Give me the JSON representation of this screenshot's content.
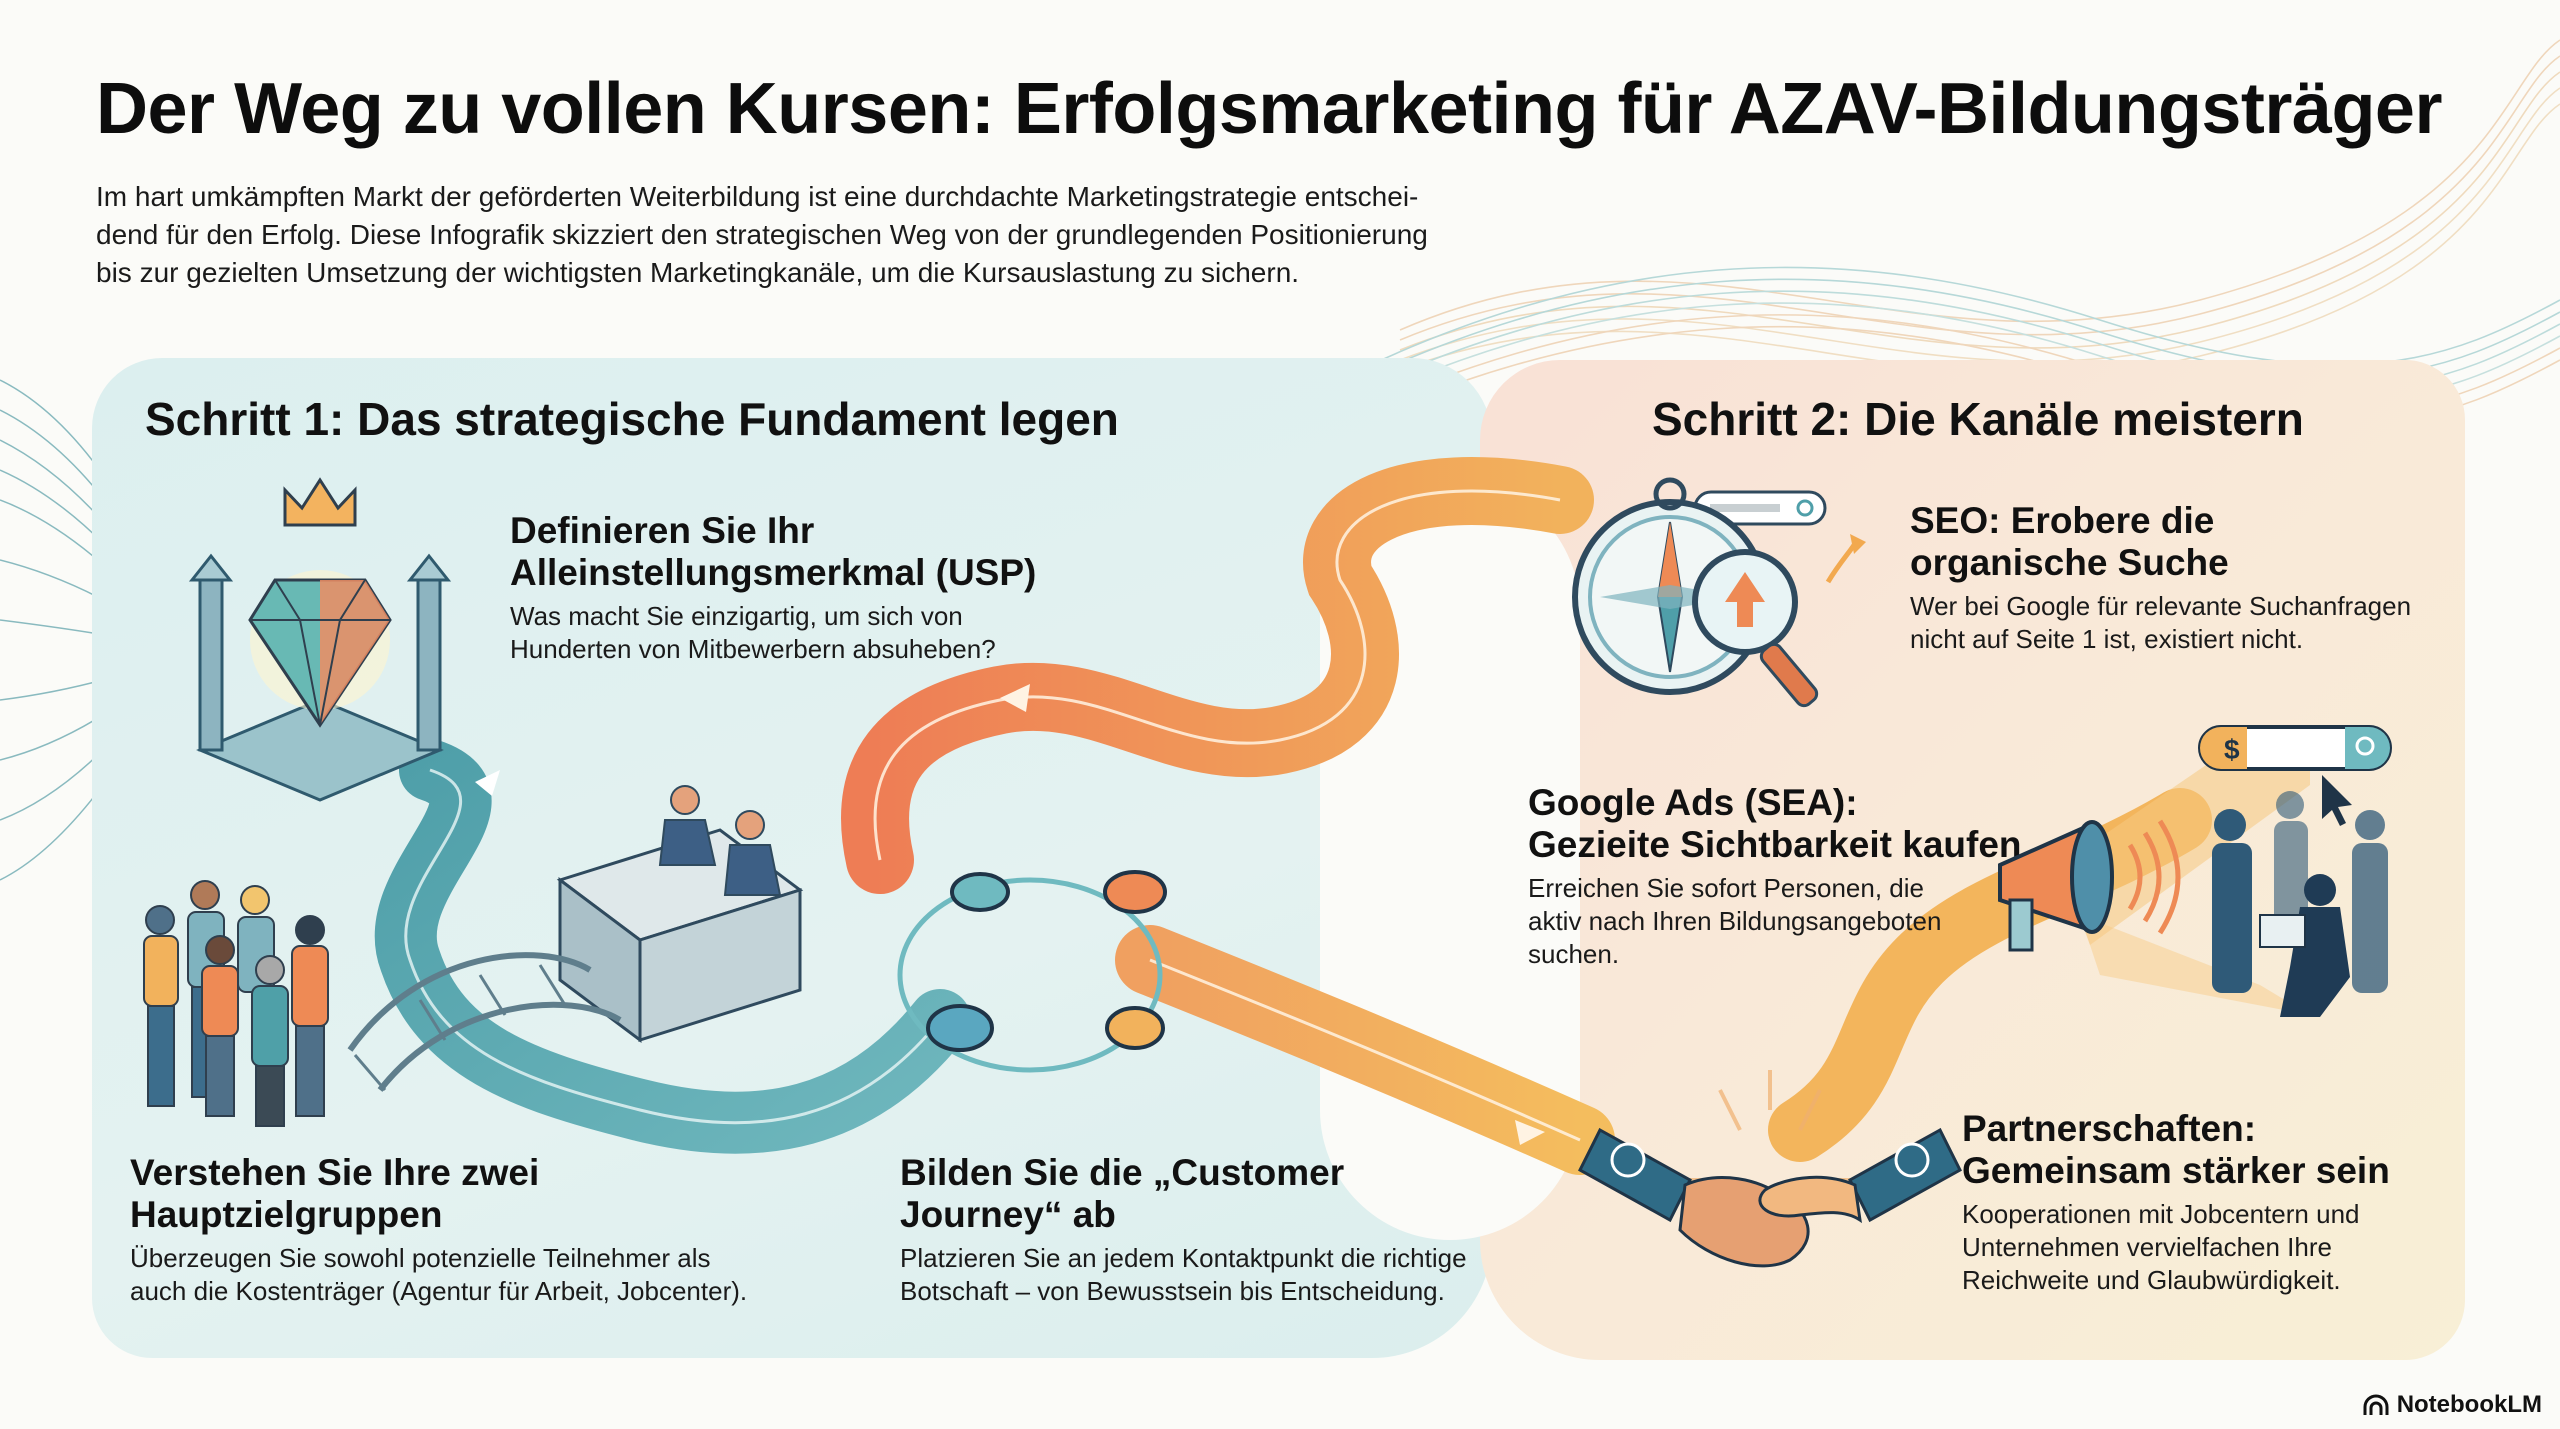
{
  "header": {
    "title": "Der Weg zu vollen Kursen: Erfolgsmarketing für AZAV-Bildungsträger",
    "intro_lines": [
      "Im hart umkämpften Markt der geförderten Weiterbildung ist eine durchdachte Marketingstrategie entschei-",
      "dend für den Erfolg. Diese Infografik skizziert den strategischen Weg von der grundlegenden Positionierung",
      "bis zur gezielten Umsetzung der wichtigsten Marketingkanäle, um die Kursauslastung zu sichern."
    ]
  },
  "step1": {
    "title": "Schritt 1: Das strategische Fundament legen",
    "items": [
      {
        "title_lines": [
          "Definieren Sie Ihr",
          "Alleinstellungsmerkmal (USP)"
        ],
        "desc_lines": [
          "Was macht Sie einzigartig, um sich von",
          "Hunderten von Mitbewerbern absuheben?"
        ],
        "icon": "diamond-crown-pedestal-icon"
      },
      {
        "title_lines": [
          "Verstehen Sie Ihre zwei",
          "Hauptzielgruppen"
        ],
        "desc_lines": [
          "Überzeugen Sie sowohl potenzielle Teilnehmer als",
          "auch die Kostenträger (Agentur für Arbeit, Jobcenter)."
        ],
        "icon": "people-bridge-desk-icon"
      },
      {
        "title_lines": [
          "Bilden Sie die „Customer",
          "Journey“ ab"
        ],
        "desc_lines": [
          "Platzieren Sie an jedem Kontaktpunkt die richtige",
          "Botschaft – von Bewusstsein bis Entscheidung."
        ],
        "icon": "journey-loop-icon"
      }
    ]
  },
  "step2": {
    "title": "Schritt 2: Die Kanäle meistern",
    "items": [
      {
        "title_lines": [
          "SEO: Erobere die",
          "organische Suche"
        ],
        "desc_lines": [
          "Wer bei Google für relevante Suchanfragen",
          "nicht auf Seite 1 ist, existiert nicht."
        ],
        "icon": "compass-magnifier-icon"
      },
      {
        "title_lines": [
          "Google Ads (SEA):",
          "Gezieite Sichtbarkeit kaufen"
        ],
        "desc_lines": [
          "Erreichen Sie sofort Personen, die",
          "aktiv nach Ihren Bildungsangeboten",
          "suchen."
        ],
        "icon": "megaphone-audience-icon",
        "search_symbol": "$"
      },
      {
        "title_lines": [
          "Partnerschaften:",
          "Gemeinsam stärker sein"
        ],
        "desc_lines": [
          "Kooperationen mit Jobcentern und",
          "Unternehmen vervielfachen Ihre",
          "Reichweite und Glaubwürdigkeit."
        ],
        "icon": "handshake-icon"
      }
    ]
  },
  "footer": {
    "brand": "NotebookLM"
  },
  "colors": {
    "teal": "#4f9fa9",
    "teal_dark": "#2f6f86",
    "orange": "#ee8a55",
    "amber": "#f2b25c",
    "navy": "#274a66",
    "panel1_bg": "#dfefef",
    "panel2_bg": "#f9e4d6"
  }
}
